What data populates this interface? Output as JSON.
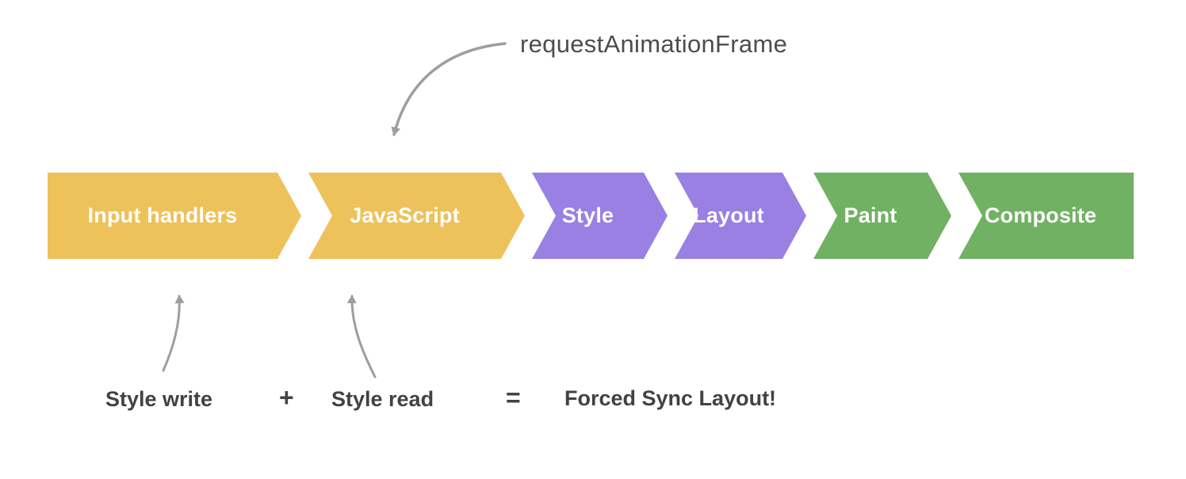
{
  "pipeline": {
    "segments": [
      {
        "label": "Input handlers",
        "color": "#eec25a"
      },
      {
        "label": "JavaScript",
        "color": "#eec25a"
      },
      {
        "label": "Style",
        "color": "#9a80e2"
      },
      {
        "label": "Layout",
        "color": "#9a80e2"
      },
      {
        "label": "Paint",
        "color": "#71b163"
      },
      {
        "label": "Composite",
        "color": "#71b163"
      }
    ],
    "label_text_color": "#ffffff"
  },
  "annotations": {
    "raf": "requestAnimationFrame",
    "style_write": "Style write",
    "plus": "+",
    "style_read": "Style read",
    "equals": "=",
    "result": "Forced Sync Layout!"
  },
  "colors": {
    "arrow": "#9e9e9e",
    "annotation_text": "#4d4d4d",
    "bottom_text": "#424242",
    "background": "#ffffff"
  }
}
